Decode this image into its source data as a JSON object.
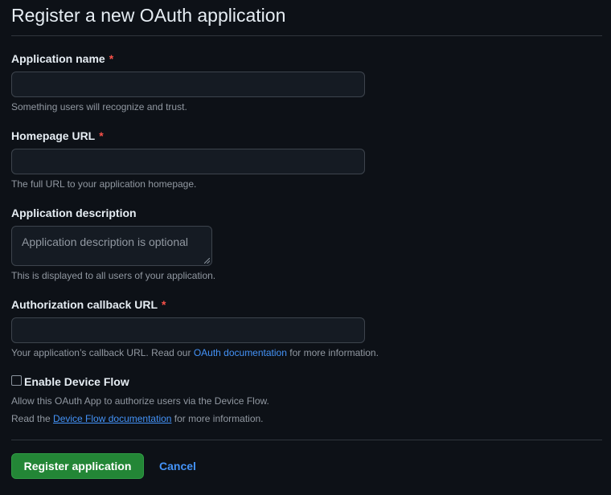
{
  "page": {
    "title": "Register a new OAuth application"
  },
  "fields": {
    "app_name": {
      "label": "Application name",
      "required": "*",
      "value": "",
      "note": "Something users will recognize and trust."
    },
    "homepage_url": {
      "label": "Homepage URL",
      "required": "*",
      "value": "",
      "note": "The full URL to your application homepage."
    },
    "description": {
      "label": "Application description",
      "placeholder": "Application description is optional",
      "note": "This is displayed to all users of your application."
    },
    "callback_url": {
      "label": "Authorization callback URL",
      "required": "*",
      "value": "",
      "note_before": "Your application’s callback URL. Read our",
      "note_link": "OAuth documentation",
      "note_after": "for more information."
    }
  },
  "device_flow": {
    "label": "Enable Device Flow",
    "checked": false,
    "note1": "Allow this OAuth App to authorize users via the Device Flow.",
    "note2_before": "Read the",
    "note2_link": "Device Flow documentation",
    "note2_after": "for more information."
  },
  "actions": {
    "register_label": "Register application",
    "cancel_label": "Cancel"
  },
  "colors": {
    "background": "#0d1117",
    "accent_link": "#4493f8",
    "primary_button": "#238636",
    "required_marker": "#f85149",
    "muted_text": "#9198a1"
  }
}
